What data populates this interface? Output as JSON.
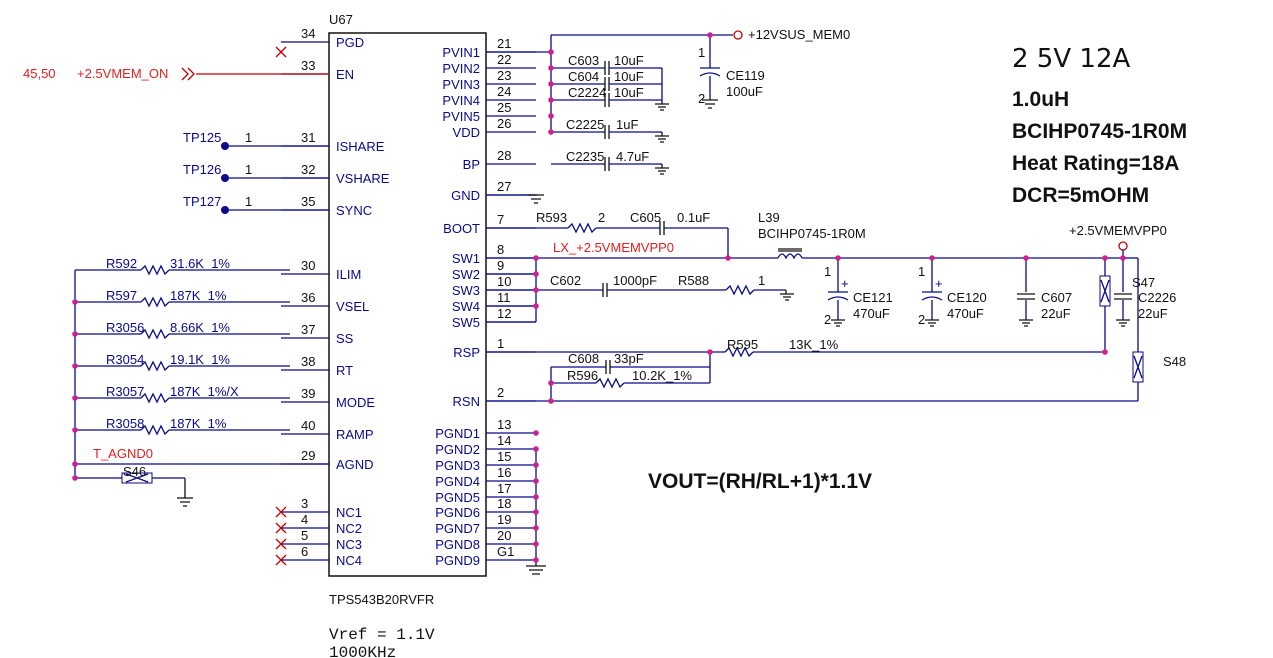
{
  "chip": {
    "ref": "U67",
    "part": "TPS543B20RVFR",
    "left_pins": [
      {
        "num": "34",
        "name": "PGD"
      },
      {
        "num": "33",
        "name": "EN"
      },
      {
        "num": "31",
        "name": "ISHARE"
      },
      {
        "num": "32",
        "name": "VSHARE"
      },
      {
        "num": "35",
        "name": "SYNC"
      },
      {
        "num": "30",
        "name": "ILIM"
      },
      {
        "num": "36",
        "name": "VSEL"
      },
      {
        "num": "37",
        "name": "SS"
      },
      {
        "num": "38",
        "name": "RT"
      },
      {
        "num": "39",
        "name": "MODE"
      },
      {
        "num": "40",
        "name": "RAMP"
      },
      {
        "num": "29",
        "name": "AGND"
      },
      {
        "num": "3",
        "name": "NC1"
      },
      {
        "num": "4",
        "name": "NC2"
      },
      {
        "num": "5",
        "name": "NC3"
      },
      {
        "num": "6",
        "name": "NC4"
      }
    ],
    "right_pins": [
      {
        "num": "21",
        "name": "PVIN1"
      },
      {
        "num": "22",
        "name": "PVIN2"
      },
      {
        "num": "23",
        "name": "PVIN3"
      },
      {
        "num": "24",
        "name": "PVIN4"
      },
      {
        "num": "25",
        "name": "PVIN5"
      },
      {
        "num": "26",
        "name": "VDD"
      },
      {
        "num": "28",
        "name": "BP"
      },
      {
        "num": "27",
        "name": "GND"
      },
      {
        "num": "7",
        "name": "BOOT"
      },
      {
        "num": "8",
        "name": "SW1"
      },
      {
        "num": "9",
        "name": "SW2"
      },
      {
        "num": "10",
        "name": "SW3"
      },
      {
        "num": "11",
        "name": "SW4"
      },
      {
        "num": "12",
        "name": "SW5"
      },
      {
        "num": "1",
        "name": "RSP"
      },
      {
        "num": "2",
        "name": "RSN"
      },
      {
        "num": "13",
        "name": "PGND1"
      },
      {
        "num": "14",
        "name": "PGND2"
      },
      {
        "num": "15",
        "name": "PGND3"
      },
      {
        "num": "16",
        "name": "PGND4"
      },
      {
        "num": "17",
        "name": "PGND5"
      },
      {
        "num": "18",
        "name": "PGND6"
      },
      {
        "num": "19",
        "name": "PGND7"
      },
      {
        "num": "20",
        "name": "PGND8"
      },
      {
        "num": "G1",
        "name": "PGND9"
      }
    ]
  },
  "nets": {
    "vin": "+12VSUS_MEM0",
    "en_ref": "45,50",
    "en": "+2.5VMEM_ON",
    "lx": "LX_+2.5VMEMVPP0",
    "vout": "+2.5VMEMVPP0",
    "agnd": "T_AGND0"
  },
  "test_points": [
    {
      "ref": "TP125",
      "pin": "1"
    },
    {
      "ref": "TP126",
      "pin": "1"
    },
    {
      "ref": "TP127",
      "pin": "1"
    }
  ],
  "left_resistors": [
    {
      "ref": "R592",
      "value": "31.6K_1%"
    },
    {
      "ref": "R597",
      "value": "187K_1%"
    },
    {
      "ref": "R3056",
      "value": "8.66K_1%"
    },
    {
      "ref": "R3054",
      "value": "19.1K_1%"
    },
    {
      "ref": "R3057",
      "value": "187K_1%/X"
    },
    {
      "ref": "R3058",
      "value": "187K_1%"
    }
  ],
  "input_caps": [
    {
      "ref": "C603",
      "value": "10uF"
    },
    {
      "ref": "C604",
      "value": "10uF"
    },
    {
      "ref": "C2224",
      "value": "10uF"
    },
    {
      "ref": "C2225",
      "value": "1uF"
    },
    {
      "ref": "C2235",
      "value": "4.7uF"
    }
  ],
  "ce119": {
    "ref": "CE119",
    "value": "100uF",
    "pin1": "1",
    "pin2": "2"
  },
  "boot": {
    "r_ref": "R593",
    "r_pin": "2",
    "c_ref": "C605",
    "c_value": "0.1uF"
  },
  "snubber": {
    "c_ref": "C602",
    "c_value": "1000pF",
    "r_ref": "R588",
    "r_pin": "1"
  },
  "inductor": {
    "ref": "L39",
    "part": "BCIHP0745-1R0M"
  },
  "output_caps": [
    {
      "ref": "CE121",
      "value": "470uF",
      "pin1": "1",
      "pin2": "2"
    },
    {
      "ref": "CE120",
      "value": "470uF",
      "pin1": "1",
      "pin2": "2"
    },
    {
      "ref": "C607",
      "value": "22uF"
    },
    {
      "ref": "C2226",
      "value": "22uF"
    }
  ],
  "shorts": {
    "s46": "S46",
    "s47": "S47",
    "s48": "S48"
  },
  "feedback": {
    "c608_ref": "C608",
    "c608_value": "33pF",
    "r596_ref": "R596",
    "r596_value": "10.2K_1%",
    "r595_ref": "R595",
    "r595_value": "13K_1%"
  },
  "notes": {
    "spec": "2 5V 12A",
    "l1": "1.0uH",
    "l2": "BCIHP0745-1R0M",
    "l3": "Heat Rating=18A",
    "l4": "DCR=5mOHM",
    "formula": "VOUT=(RH/RL+1)*1.1V",
    "vref": "Vref = 1.1V",
    "freq": "1000KHz"
  },
  "colors": {
    "wire": "#0a0a8a",
    "junction": "#d0208f",
    "net_red": "#e02020",
    "text": "#111111"
  }
}
